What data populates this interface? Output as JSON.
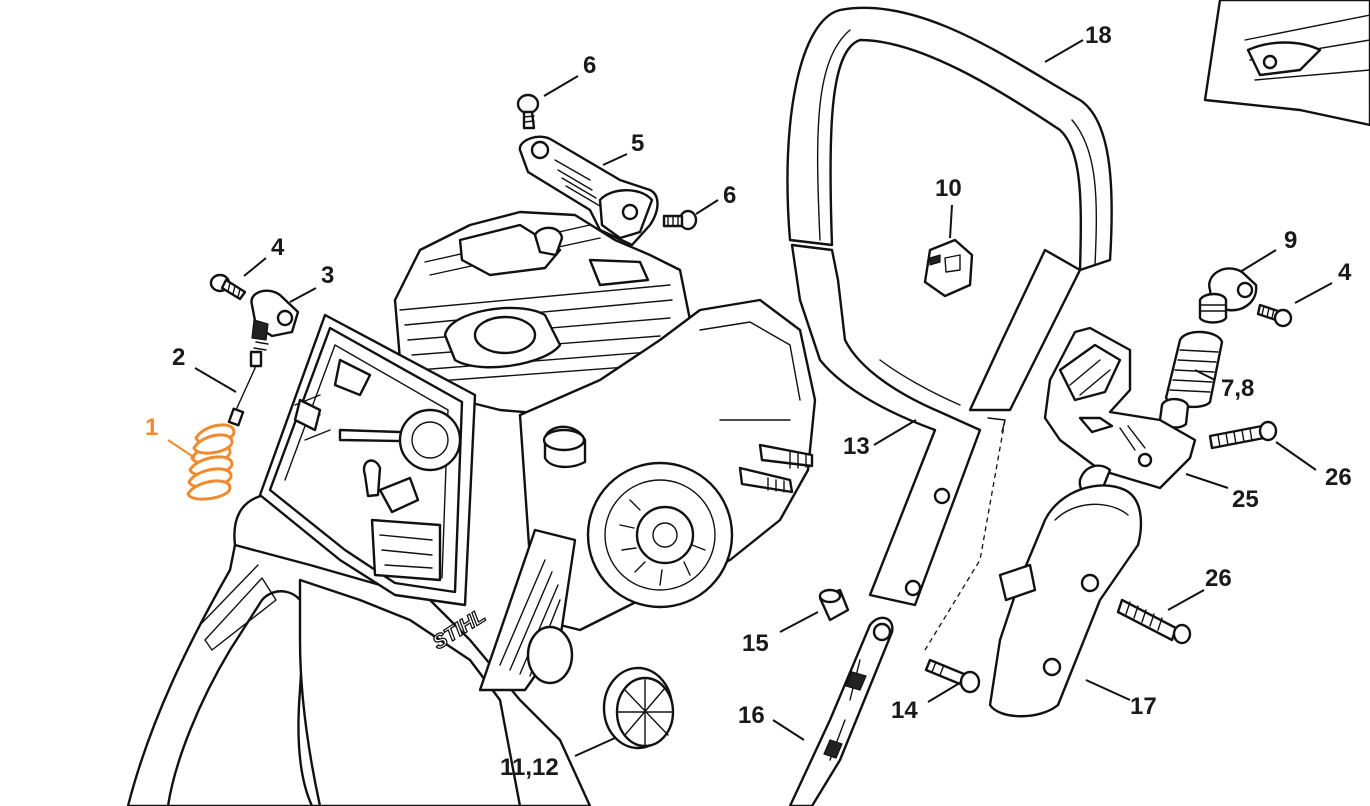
{
  "diagram": {
    "callouts": [
      {
        "id": "1",
        "text": "1",
        "highlight": true
      },
      {
        "id": "2",
        "text": "2"
      },
      {
        "id": "3",
        "text": "3"
      },
      {
        "id": "4a",
        "text": "4"
      },
      {
        "id": "4b",
        "text": "4"
      },
      {
        "id": "5",
        "text": "5"
      },
      {
        "id": "6a",
        "text": "6"
      },
      {
        "id": "6b",
        "text": "6"
      },
      {
        "id": "78",
        "text": "7,8"
      },
      {
        "id": "9",
        "text": "9"
      },
      {
        "id": "10",
        "text": "10"
      },
      {
        "id": "1112",
        "text": "11,12"
      },
      {
        "id": "13",
        "text": "13"
      },
      {
        "id": "14",
        "text": "14"
      },
      {
        "id": "15",
        "text": "15"
      },
      {
        "id": "16",
        "text": "16"
      },
      {
        "id": "17",
        "text": "17"
      },
      {
        "id": "18",
        "text": "18"
      },
      {
        "id": "25",
        "text": "25"
      },
      {
        "id": "26a",
        "text": "26"
      },
      {
        "id": "26b",
        "text": "26"
      }
    ],
    "brand_mark": "STIHL",
    "colors": {
      "highlight": "#f08a2c",
      "line": "#111111",
      "background": "#ffffff"
    }
  }
}
